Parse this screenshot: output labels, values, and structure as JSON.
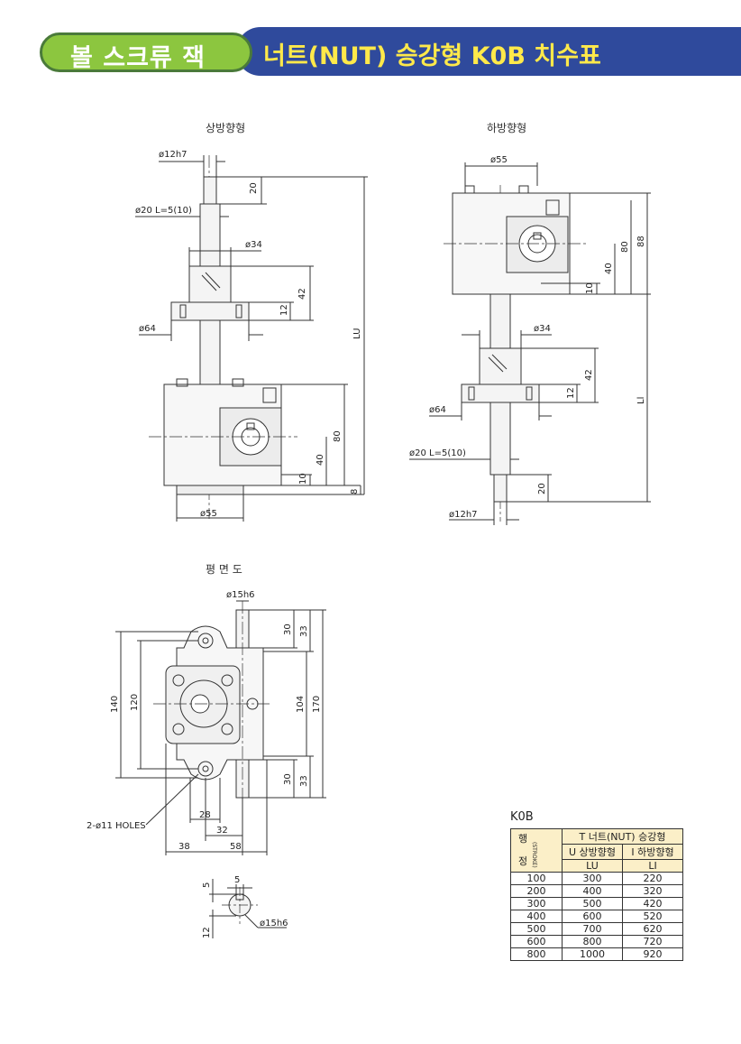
{
  "header": {
    "category": "볼 스크류 잭",
    "title": "너트(NUT) 승강형 K0B 치수표"
  },
  "views": {
    "upward": "상방향형",
    "downward": "하방향형",
    "plan": "평 면 도"
  },
  "dims": {
    "d12h7": "ø12h7",
    "d20": "ø20  L=5(10)",
    "d34": "ø34",
    "d64": "ø64",
    "d55": "ø55",
    "d15h6": "ø15h6",
    "n20": "20",
    "n42": "42",
    "n12": "12",
    "n80": "80",
    "n40": "40",
    "n10": "10",
    "n8": "8",
    "n88": "88",
    "LU": "LU",
    "LI": "Ll",
    "n30": "30",
    "n33": "33",
    "n140": "140",
    "n120": "120",
    "n104": "104",
    "n170": "170",
    "n28": "28",
    "n32": "32",
    "n38": "38",
    "n58": "58",
    "n5": "5",
    "holes": "2-ø11 HOLES"
  },
  "table": {
    "model": "K0B",
    "stroke_label_top": "행",
    "stroke_label_bottom": "정",
    "stroke_label_en": "(STROKE)",
    "group_header": "T 너트(NUT) 승강형",
    "col_u": "U 상방향형",
    "col_i": "I 하방향형",
    "sub_u": "LU",
    "sub_i": "LI",
    "rows": [
      {
        "stroke": "100",
        "lu": "300",
        "li": "220"
      },
      {
        "stroke": "200",
        "lu": "400",
        "li": "320"
      },
      {
        "stroke": "300",
        "lu": "500",
        "li": "420"
      },
      {
        "stroke": "400",
        "lu": "600",
        "li": "520"
      },
      {
        "stroke": "500",
        "lu": "700",
        "li": "620"
      },
      {
        "stroke": "600",
        "lu": "800",
        "li": "720"
      },
      {
        "stroke": "800",
        "lu": "1000",
        "li": "920"
      }
    ]
  }
}
